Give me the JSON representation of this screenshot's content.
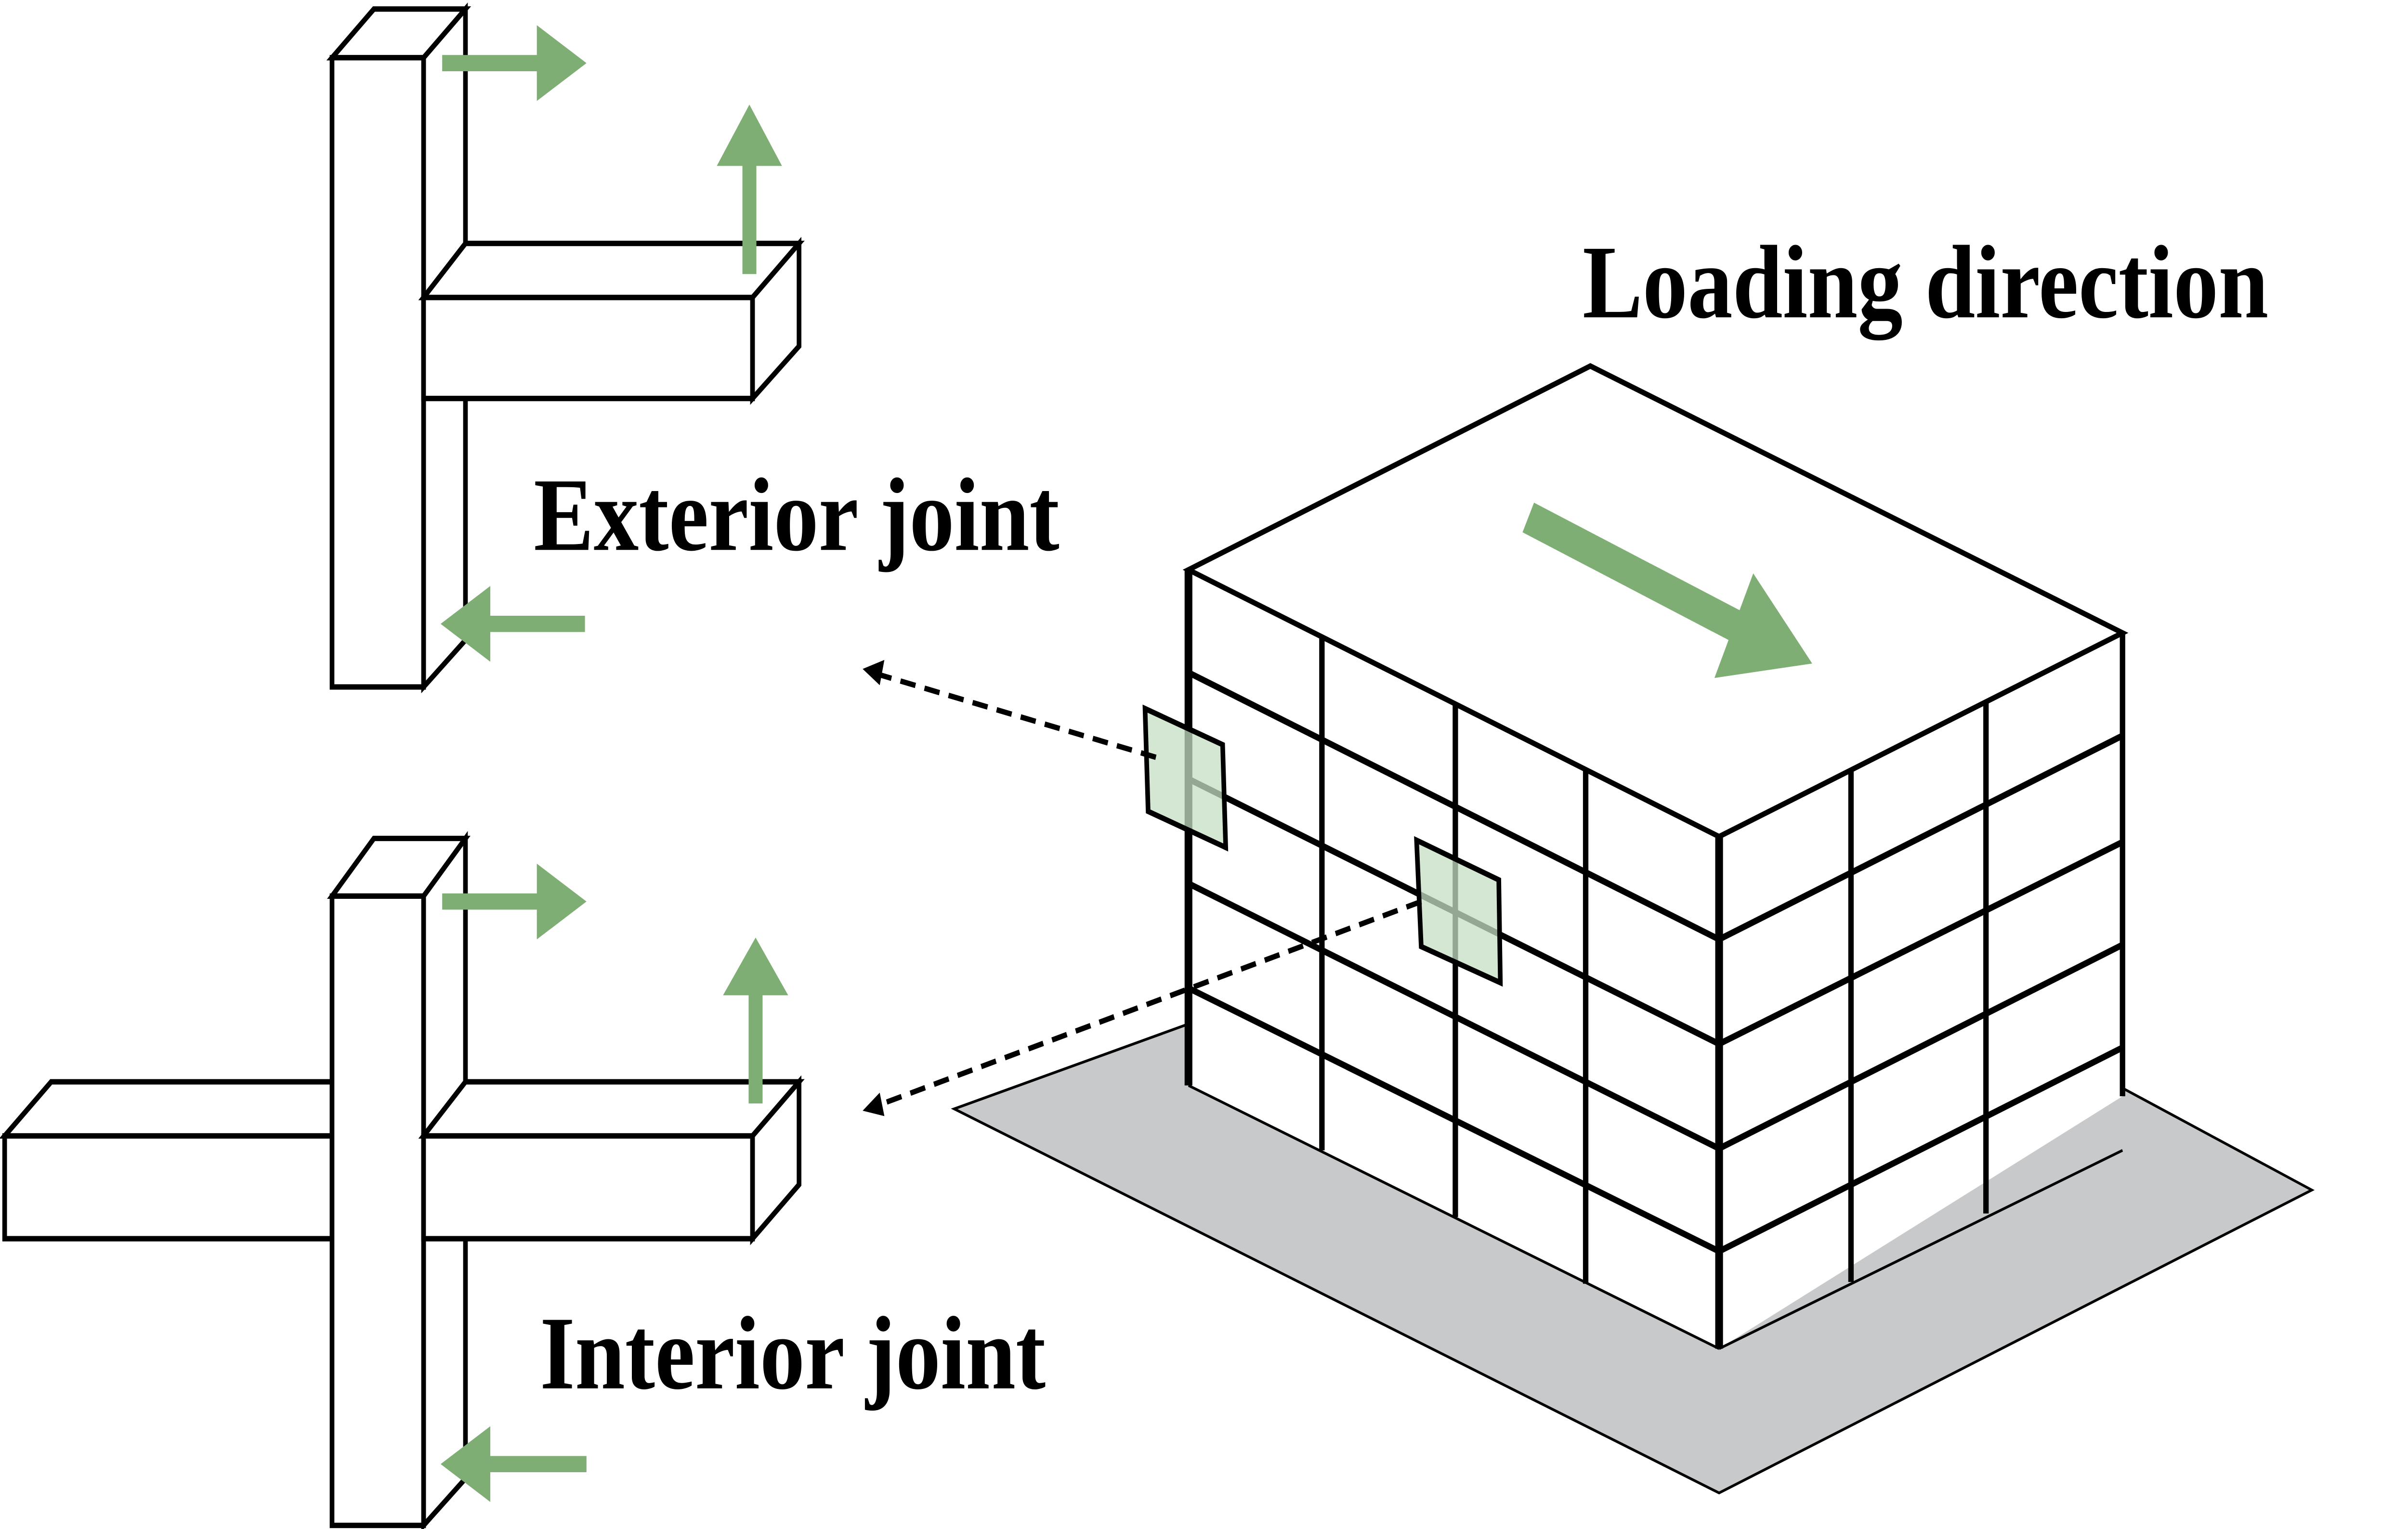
{
  "labels": {
    "loading_direction": "Loading direction",
    "exterior_joint": "Exterior joint",
    "interior_joint": "Interior joint"
  },
  "colors": {
    "arrow_green": "#7fae74",
    "panel_green": "#c6dfc3",
    "ground_gray": "#c8c9cb"
  }
}
